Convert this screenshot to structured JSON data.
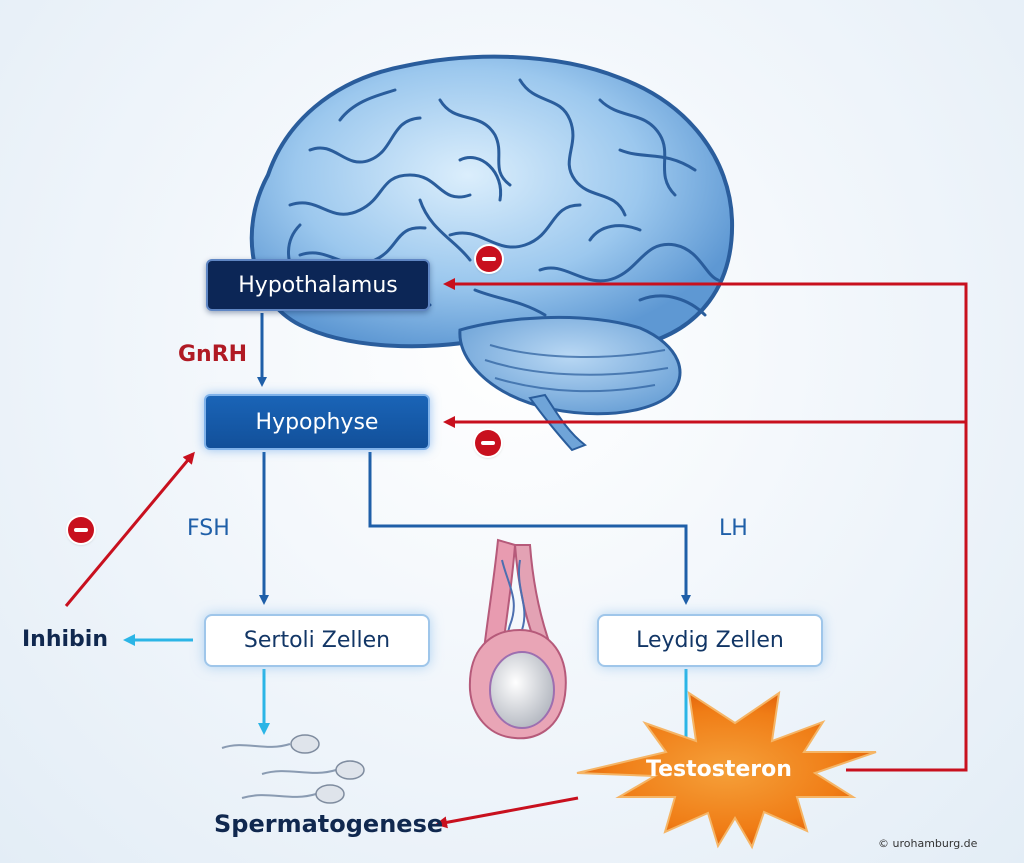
{
  "nodes": {
    "hypothalamus": "Hypothalamus",
    "hypophyse": "Hypophyse",
    "sertoli": "Sertoli Zellen",
    "leydig": "Leydig Zellen",
    "testosteron": "Testosteron"
  },
  "labels": {
    "gnrh": "GnRH",
    "fsh": "FSH",
    "lh": "LH",
    "inhibin": "Inhibin",
    "spermatogenese": "Spermatogenese"
  },
  "copyright": "© urohamburg.de",
  "colors": {
    "feedback_red": "#c8101e",
    "blue_arrow": "#1f5fa8",
    "light_arrow": "#2bb5e6",
    "box_dark": "#0c2656",
    "box_mid": "#1660b4",
    "star_orange": "#f07d16"
  },
  "icons": [
    "brain-illustration",
    "testis-illustration",
    "sperm-icon",
    "minus-icon"
  ]
}
